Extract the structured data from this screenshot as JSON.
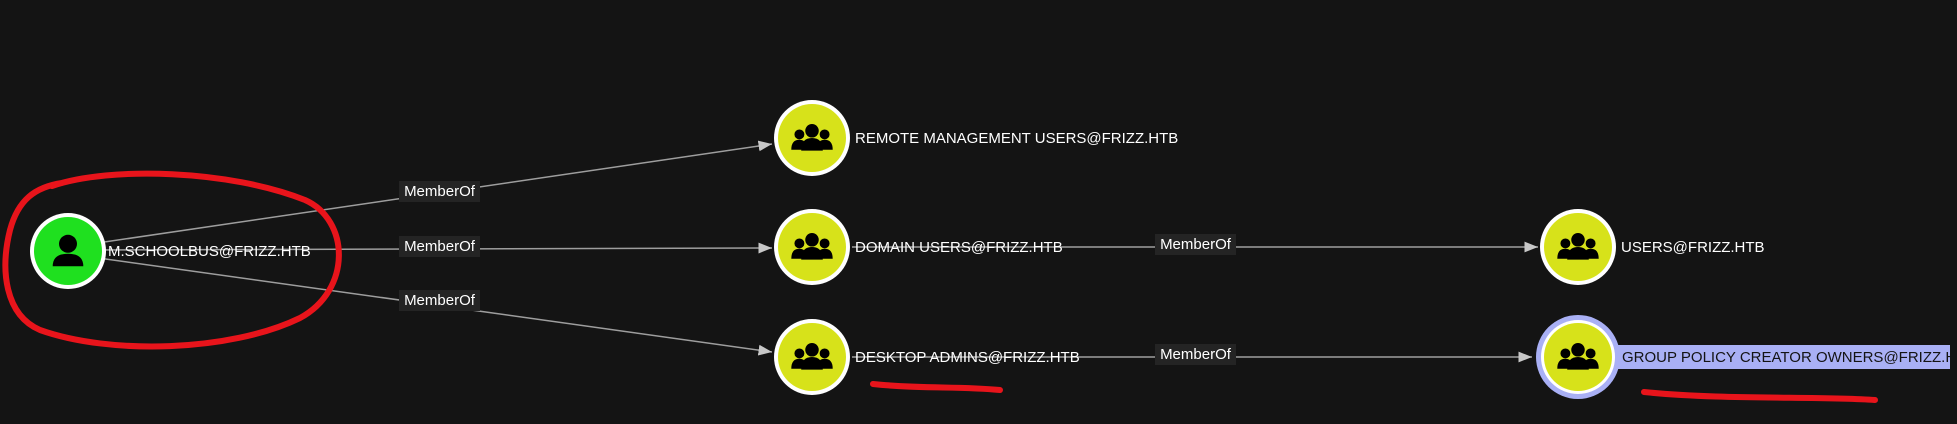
{
  "graph": {
    "nodes": [
      {
        "id": "user",
        "kind": "user",
        "label": "M.SCHOOLBUS@FRIZZ.HTB",
        "color": "#1fe01f",
        "icon": "user-icon"
      },
      {
        "id": "rmu",
        "kind": "group",
        "label": "REMOTE MANAGEMENT USERS@FRIZZ.HTB",
        "color": "#d7e21a",
        "icon": "group-icon"
      },
      {
        "id": "du",
        "kind": "group",
        "label": "DOMAIN USERS@FRIZZ.HTB",
        "color": "#d7e21a",
        "icon": "group-icon"
      },
      {
        "id": "da",
        "kind": "group",
        "label": "DESKTOP ADMINS@FRIZZ.HTB",
        "color": "#d7e21a",
        "icon": "group-icon"
      },
      {
        "id": "users",
        "kind": "group",
        "label": "USERS@FRIZZ.HTB",
        "color": "#d7e21a",
        "icon": "group-icon"
      },
      {
        "id": "gpco",
        "kind": "group",
        "label": "GROUP POLICY CREATOR OWNERS@FRIZZ.HTB",
        "color": "#d7e21a",
        "icon": "group-icon",
        "selected": true
      }
    ],
    "edges": [
      {
        "from": "user",
        "to": "rmu",
        "label": "MemberOf"
      },
      {
        "from": "user",
        "to": "du",
        "label": "MemberOf"
      },
      {
        "from": "user",
        "to": "da",
        "label": "MemberOf"
      },
      {
        "from": "du",
        "to": "users",
        "label": "MemberOf"
      },
      {
        "from": "da",
        "to": "gpco",
        "label": "MemberOf"
      }
    ]
  },
  "colors": {
    "background": "#141414",
    "edge": "#9e9e9e",
    "edge_label_bg": "#242424",
    "selection_ring": "#a9b0f5",
    "selection_label_bg": "#a9b0f5",
    "annotation": "#e8141b"
  }
}
